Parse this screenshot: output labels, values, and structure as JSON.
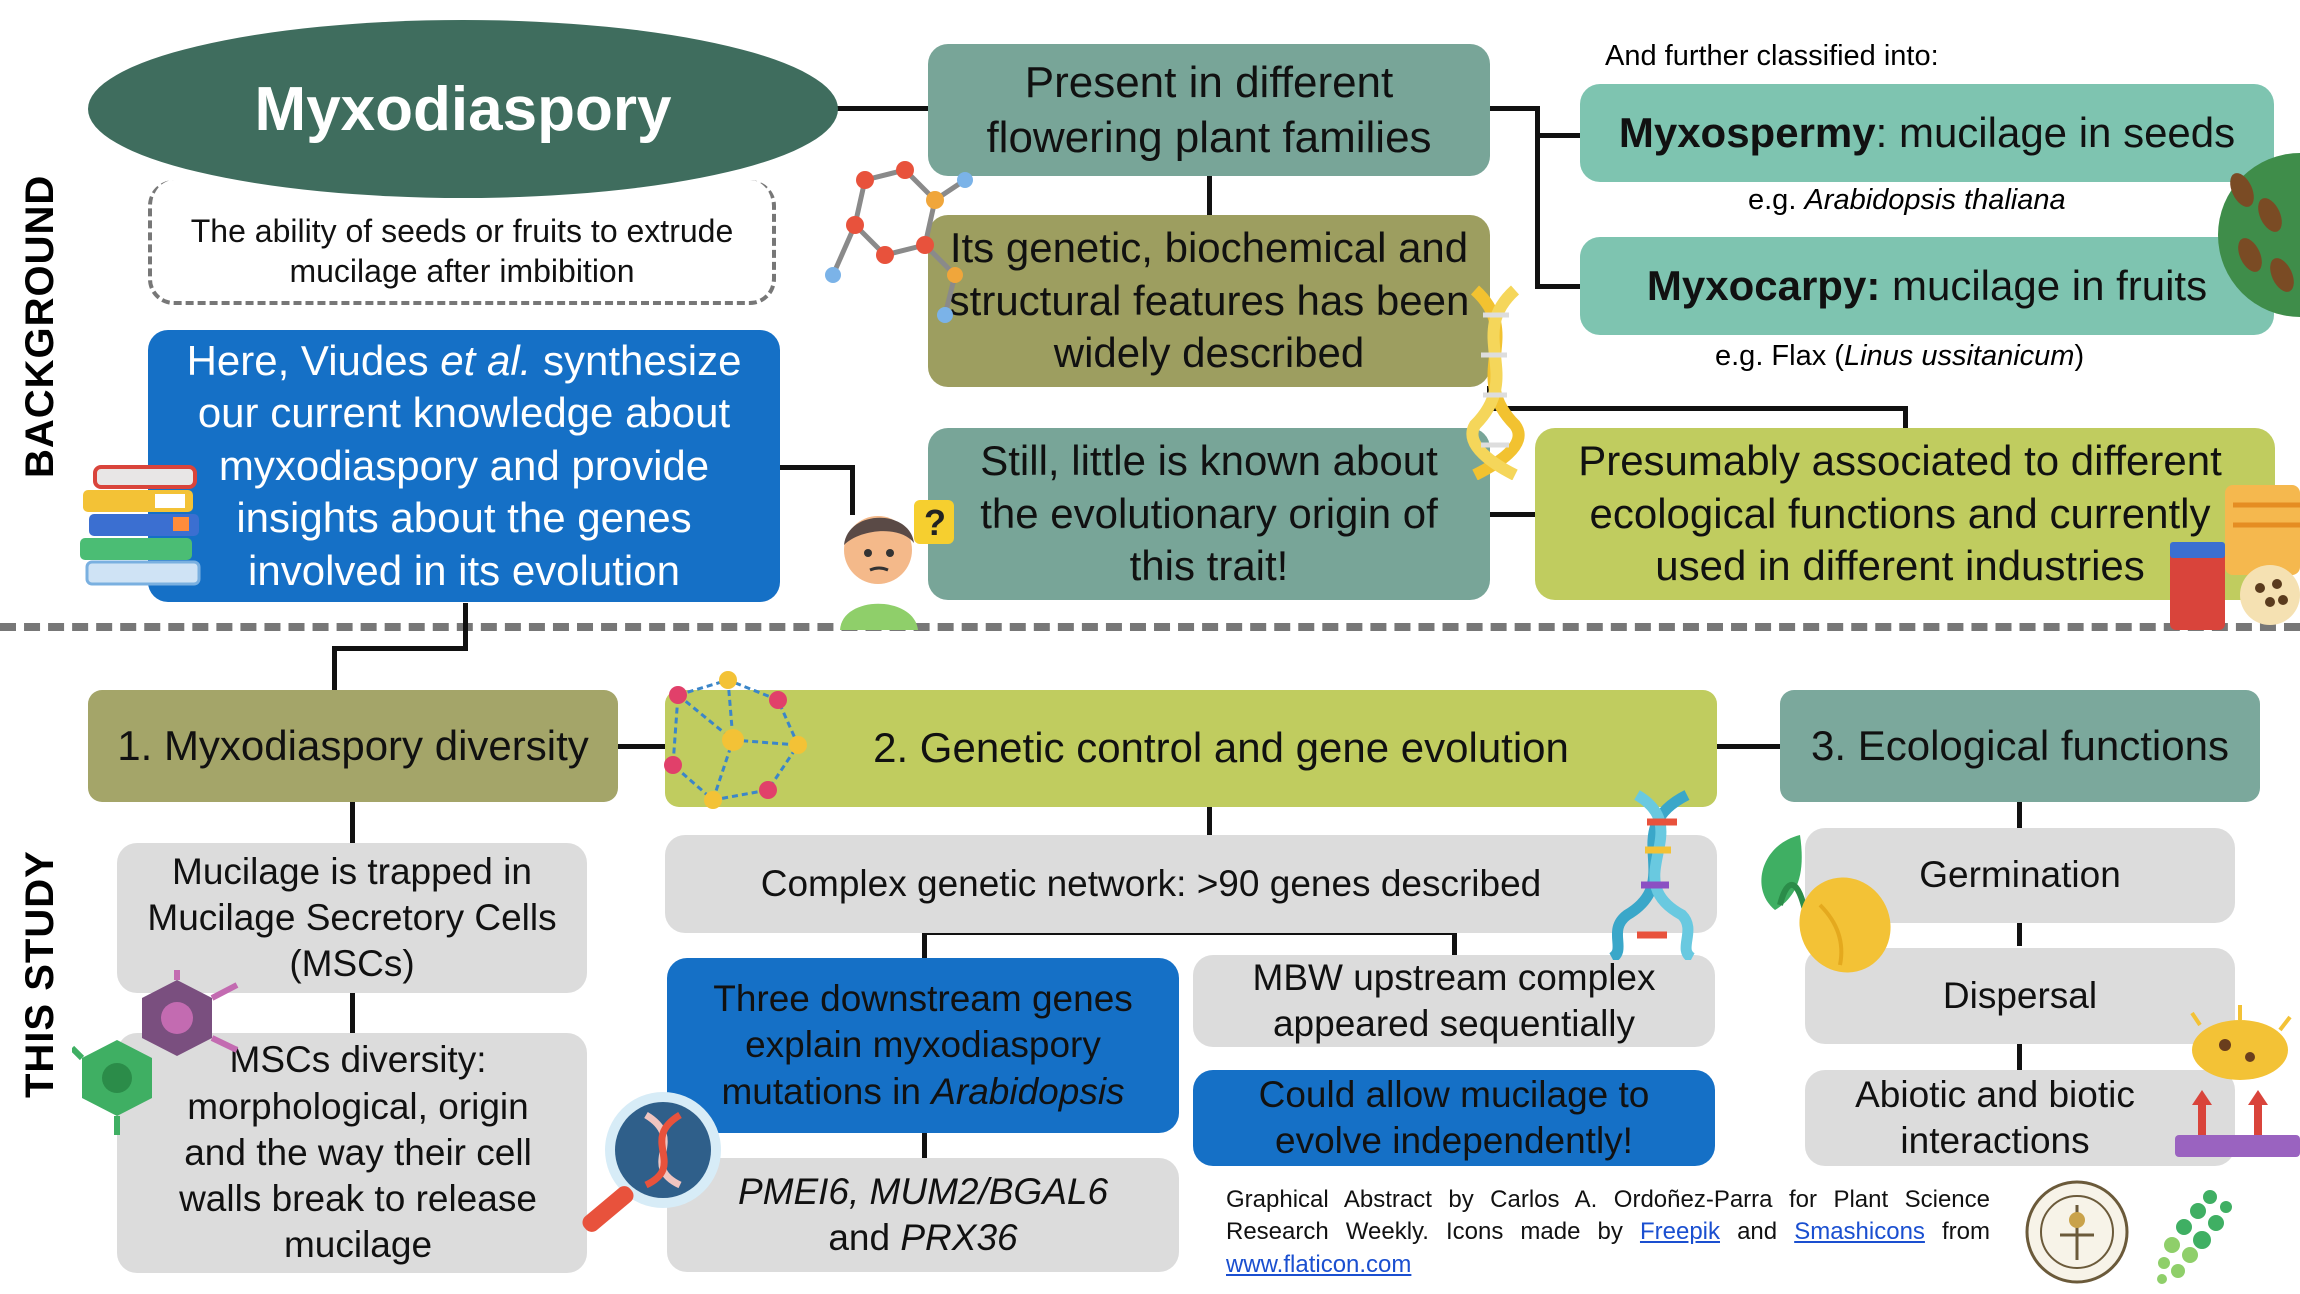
{
  "sections": {
    "background_label": "BACKGROUND",
    "study_label": "THIS STUDY"
  },
  "background": {
    "title": "Myxodiaspory",
    "definition": "The ability of seeds or fruits to extrude mucilage after imbibition",
    "present": "Present in different flowering plant families",
    "features": "Its genetic, biochemical and structural features has been widely described",
    "synthesis_pre": "Here, Viudes ",
    "synthesis_em": "et al.",
    "synthesis_post": " synthesize our current knowledge about myxodiaspory and provide insights about the genes involved in its evolution",
    "little_known": "Still, little is known about the evolutionary origin of this trait!",
    "question_mark": "?",
    "further": "And further classified into:",
    "myxospermy_term": "Myxospermy",
    "myxospermy_rest": ": mucilage in seeds",
    "myxospermy_eg_pre": "e.g. ",
    "myxospermy_eg_em": "Arabidopsis thaliana",
    "myxocarpy_term": "Myxocarpy:",
    "myxocarpy_rest": " mucilage in fruits",
    "myxocarpy_eg_pre": "e.g. Flax (",
    "myxocarpy_eg_em": "Linus ussitanicum",
    "myxocarpy_eg_post": ")",
    "presumably": "Presumably associated to different ecological functions and currently used in different industries"
  },
  "study": {
    "col1_title": "1. Myxodiaspory diversity",
    "col1_trapped": "Mucilage is trapped in Mucilage Secretory Cells (MSCs)",
    "col1_diversity": "MSCs diversity: morphological, origin and the way their cell walls break to release mucilage",
    "col2_title": "2. Genetic control and gene evolution",
    "col2_network": "Complex genetic network: >90 genes described",
    "col2_three_pre": "Three downstream genes explain myxodiaspory mutations in ",
    "col2_three_em": "Arabidopsis",
    "col2_genes_em1": "PMEI6, MUM2/BGAL6",
    "col2_genes_and": "and ",
    "col2_genes_em2": "PRX36",
    "col2_mbw": "MBW upstream complex appeared sequentially",
    "col2_allow": "Could allow mucilage to evolve independently!",
    "col3_title": "3. Ecological functions",
    "col3_items": [
      "Germination",
      "Dispersal",
      "Abiotic and biotic interactions"
    ]
  },
  "credits": {
    "line1": "Graphical Abstract by Carlos A. Ordoñez-Parra for Plant Science Research Weekly. Icons made by ",
    "freepik": "Freepik",
    "and": " and ",
    "smashicons": "Smashicons",
    "from": " from ",
    "flaticon": "www.flaticon.com"
  },
  "colors": {
    "dark_teal": "#3f6d5e",
    "teal": "#78a598",
    "olive": "#9d9e60",
    "lime": "#c0cc5f",
    "mint": "#7ec4b0",
    "blue": "#1570c6",
    "grey": "#dcdcdc"
  },
  "icons": [
    "molecule-icon",
    "dna-helix-icon",
    "books-icon",
    "thinking-child-icon",
    "seeds-plate-icon",
    "industry-products-icon",
    "network-icon",
    "cells-icon",
    "magnifier-dna-icon",
    "sprouting-seed-icon",
    "dispersal-interaction-icon",
    "society-seal-icon",
    "leaf-dots-logo-icon"
  ]
}
